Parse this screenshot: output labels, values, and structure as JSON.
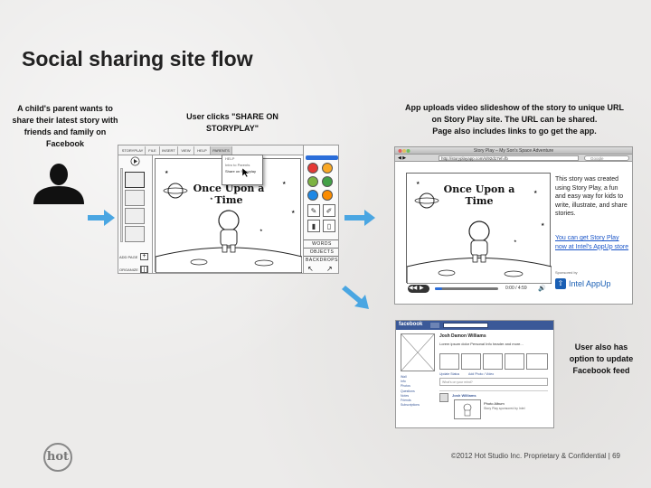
{
  "title": "Social sharing site flow",
  "captions": {
    "step1": "A child's parent wants to share their latest story with friends and family on Facebook",
    "step2": "User clicks \"SHARE ON STORYPLAY\"",
    "step3_line1": "App uploads video slideshow of the story to unique URL",
    "step3_line2": "on Story Play site. The URL can be shared.",
    "step3_line3": "Page also includes links to go get the app.",
    "step4": "User also has option to update Facebook feed"
  },
  "editor": {
    "menu": [
      "STORYPLAY",
      "FILE",
      "INSERT",
      "VIEW",
      "HELP",
      "PARENTS"
    ],
    "story_title": "Once Upon a Time",
    "dropdown": [
      "HELP",
      "Intro to Parents",
      "Share on Storyplay"
    ],
    "side_labels": [
      "WORDS",
      "OBJECTS",
      "BACKDROPS"
    ],
    "bottom_left": [
      "ADD PAGE",
      "ORGANIZE"
    ],
    "swatch_colors": [
      "#e53935",
      "#f9a825",
      "#7cb342",
      "#43a047",
      "#1e88e5",
      "#fb8c00"
    ]
  },
  "browser": {
    "window_title": "Story Play – My Son's Space Adventure",
    "url": "http://storyplayapp.com/s/92d17ef=fb",
    "search_placeholder": "Google",
    "story_title": "Once Upon a Time",
    "description": "This story was created using Story Play, a fun and easy way for kids to write, illustrate, and share stories.",
    "link_text": "You can get Story Play now at Intel's AppUp store",
    "sponsored": "Sponsored by",
    "sponsor_logo": "Intel AppUp",
    "time": "0:00 / 4:59",
    "progress": 0.12
  },
  "facebook": {
    "logo": "facebook",
    "name": "Josh Damon Williams",
    "intro_text": "Lorem ipsum dolor Personal Info header and more...",
    "tabs": [
      "Update Status",
      "Add Photo / Video"
    ],
    "status_placeholder": "What's on your mind?",
    "post_author": "Josh Williams",
    "post_title": "Photo Album",
    "post_sub": "Story Play sponsored by Intel",
    "nav": [
      "Wall",
      "Info",
      "Photos",
      "Questions",
      "Notes",
      "Friends",
      "Subscriptions"
    ]
  },
  "footer": "©2012 Hot Studio Inc. Proprietary & Confidential | 69",
  "logo_text": "hot",
  "colors": {
    "arrow": "#4aa6e2",
    "fb_blue": "#3b5998",
    "play_blue": "#2a6dd9"
  }
}
